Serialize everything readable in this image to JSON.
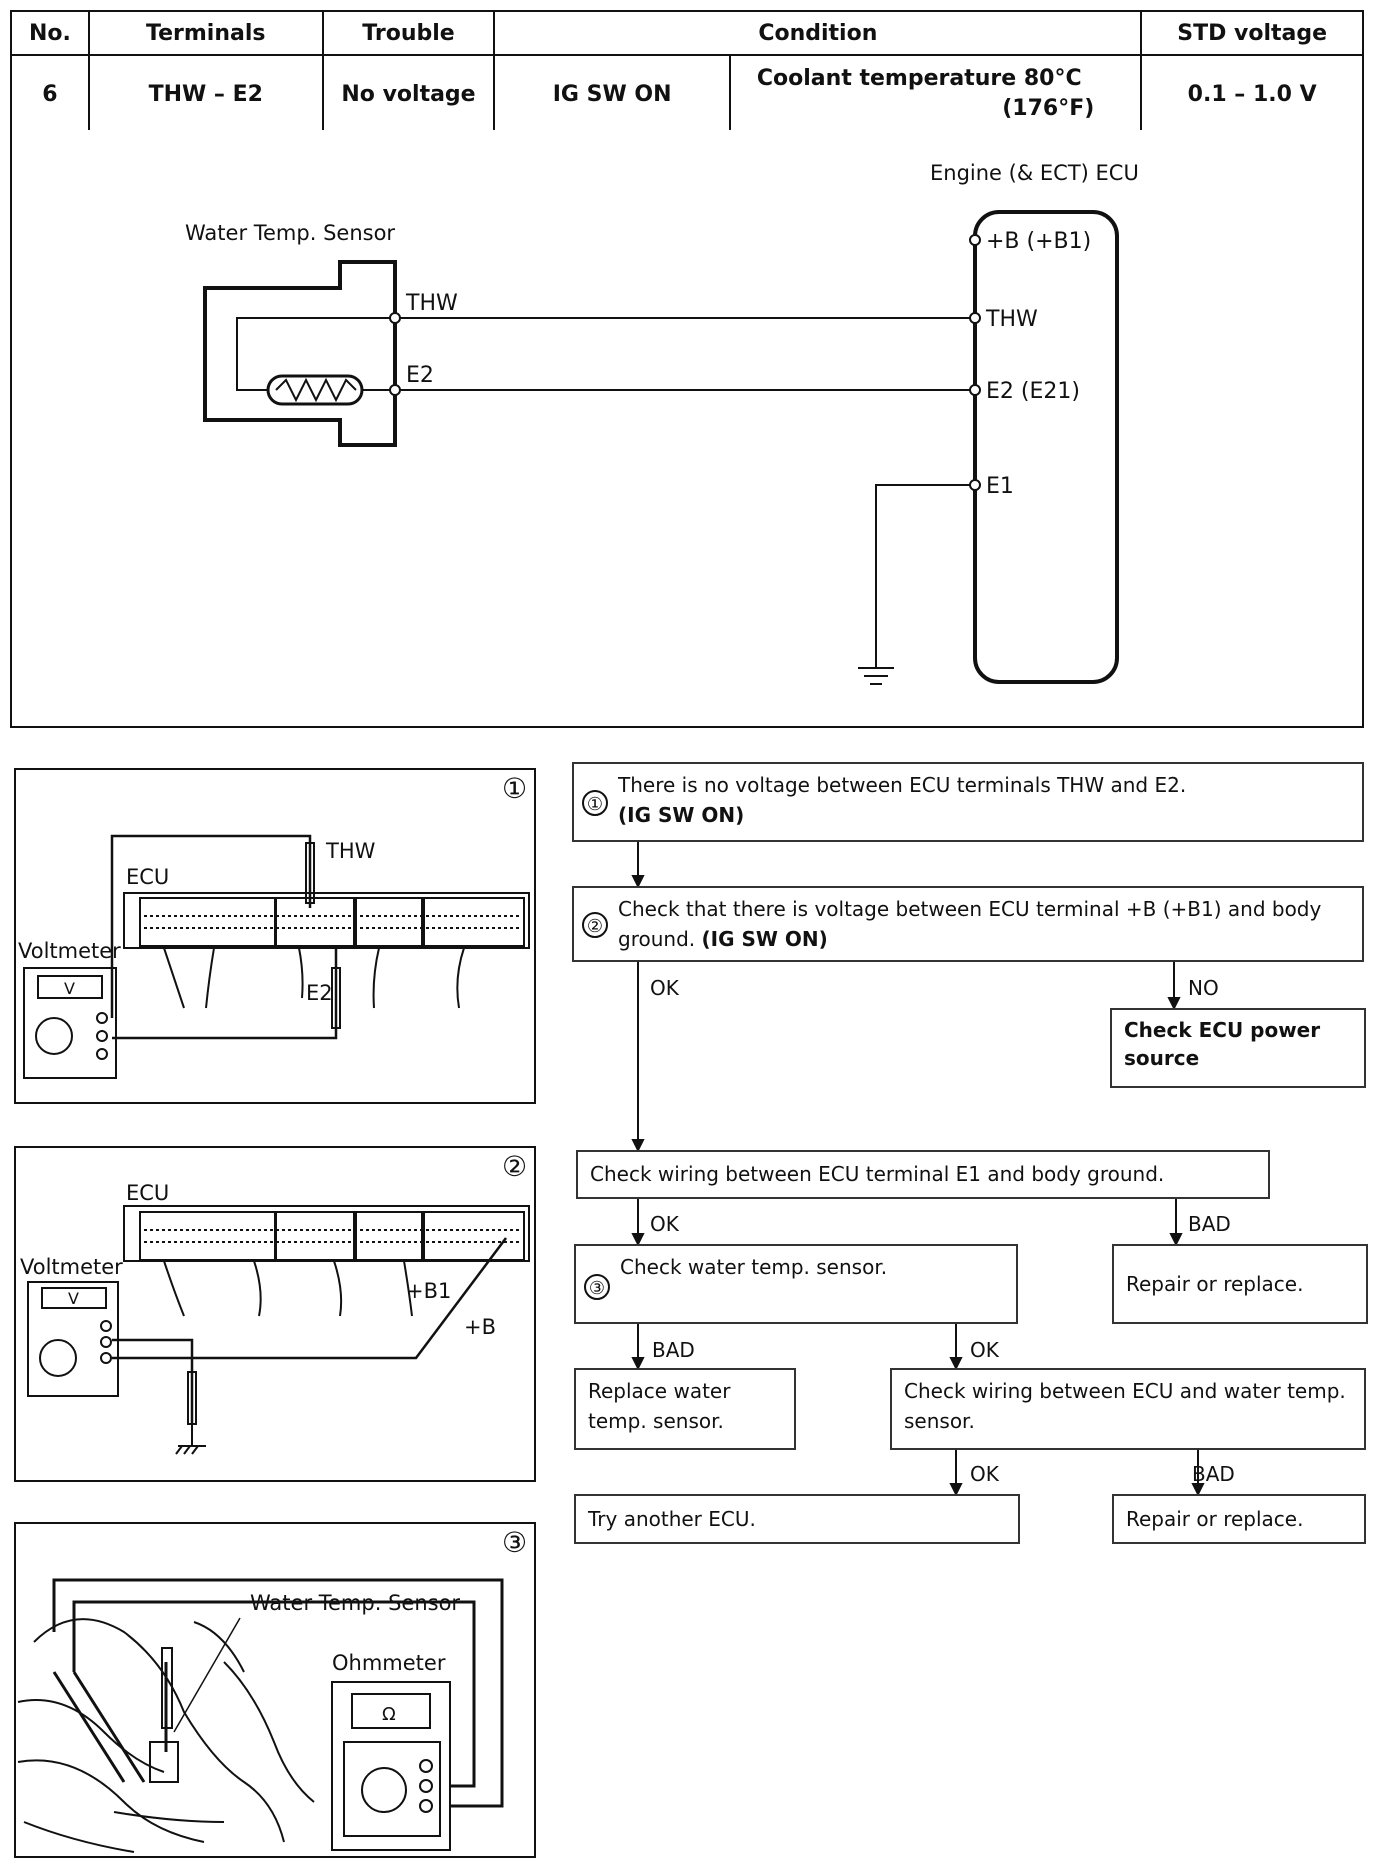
{
  "table": {
    "headers": [
      "No.",
      "Terminals",
      "Trouble",
      "Condition",
      "STD voltage"
    ],
    "row": {
      "no": "6",
      "terminals": "THW – E2",
      "trouble": "No voltage",
      "ig": "IG SW ON",
      "coolant": "Coolant temperature 80°C",
      "coolant_f": "(176°F)",
      "std": "0.1 – 1.0 V"
    }
  },
  "circuit": {
    "sensor_title": "Water Temp. Sensor",
    "ecu_title": "Engine (& ECT) ECU",
    "sensor_thw": "THW",
    "sensor_e2": "E2",
    "ecu_b": "+B (+B1)",
    "ecu_thw": "THW",
    "ecu_e2": "E2 (E21)",
    "ecu_e1": "E1"
  },
  "illus1": {
    "num": "①",
    "ecu": "ECU",
    "thw": "THW",
    "e2": "E2",
    "voltmeter": "Voltmeter",
    "dial": "V"
  },
  "illus2": {
    "num": "②",
    "ecu": "ECU",
    "b1": "+B1",
    "b": "+B",
    "voltmeter": "Voltmeter",
    "dial": "V"
  },
  "illus3": {
    "num": "③",
    "sensor": "Water Temp. Sensor",
    "ohmmeter": "Ohmmeter",
    "dial": "Ω"
  },
  "flow": {
    "s1_num": "①",
    "s1_text": "There is no voltage between ECU terminals THW and E2.",
    "s1_bold": "(IG SW ON)",
    "s2_num": "②",
    "s2_text": "Check that there is voltage between ECU terminal +B (+B1) and body ground.",
    "s2_bold": "(IG SW ON)",
    "ok1": "OK",
    "no1": "NO",
    "check_power": "Check ECU power source",
    "e1_check": "Check wiring between ECU terminal E1 and body ground.",
    "ok2": "OK",
    "bad1": "BAD",
    "s3_num": "③",
    "s3_text": "Check water temp. sensor.",
    "repair1": "Repair or replace.",
    "bad2": "BAD",
    "ok3": "OK",
    "replace_sensor": "Replace water temp. sensor.",
    "check_wiring": "Check wiring between ECU and water temp. sensor.",
    "ok4": "OK",
    "bad3": "BAD",
    "try_ecu": "Try another ECU.",
    "repair2": "Repair or replace."
  }
}
